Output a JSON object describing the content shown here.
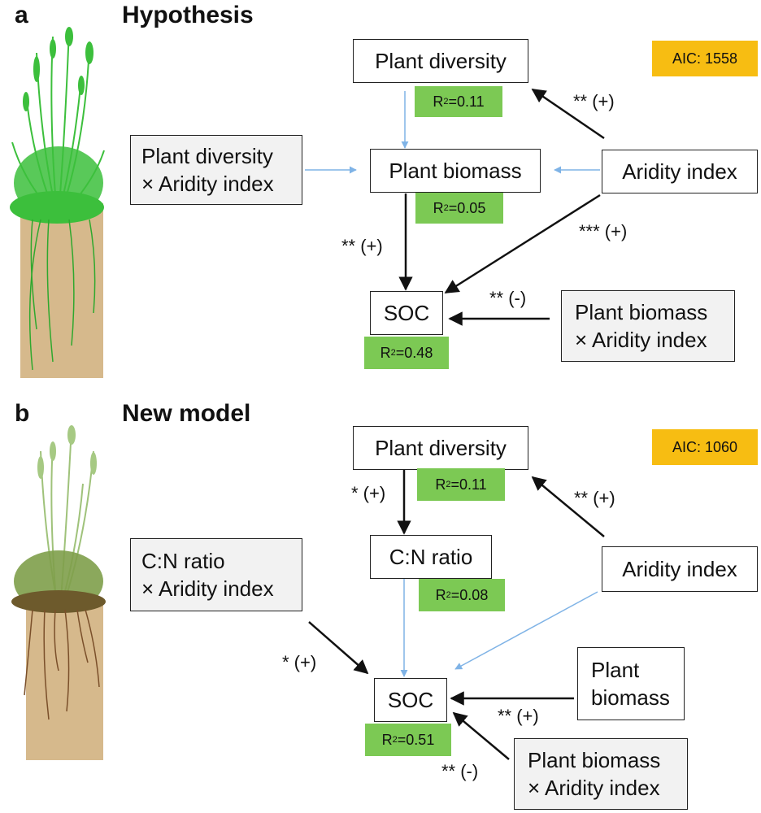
{
  "panels": {
    "a": {
      "letter": "a",
      "title": "Hypothesis",
      "aic": "AIC: 1558",
      "nodes": {
        "plant_diversity": "Plant diversity",
        "plant_biomass": "Plant biomass",
        "aridity_index": "Aridity index",
        "soc": "SOC",
        "interaction_diversity_line1": "Plant diversity",
        "interaction_diversity_line2": "× Aridity index",
        "interaction_biomass_line1": "Plant biomass",
        "interaction_biomass_line2": "× Aridity index"
      },
      "r2": {
        "plant_diversity": "0.11",
        "plant_biomass": "0.05",
        "soc": "0.48"
      },
      "significance": {
        "aridity_to_diversity": "** (+)",
        "biomass_to_soc": "** (+)",
        "aridity_to_soc": "*** (+)",
        "biomass_interaction_to_soc": "** (-)"
      }
    },
    "b": {
      "letter": "b",
      "title": "New model",
      "aic": "AIC: 1060",
      "nodes": {
        "plant_diversity": "Plant diversity",
        "cn_ratio": "C:N ratio",
        "aridity_index": "Aridity index",
        "soc": "SOC",
        "plant_biomass_line1": "Plant",
        "plant_biomass_line2": "biomass",
        "interaction_cn_line1": "C:N ratio",
        "interaction_cn_line2": "× Aridity index",
        "interaction_biomass_line1": "Plant biomass",
        "interaction_biomass_line2": "× Aridity index"
      },
      "r2": {
        "plant_diversity": "0.11",
        "cn_ratio": "0.08",
        "soc": "0.51"
      },
      "significance": {
        "diversity_to_cn": "* (+)",
        "aridity_to_diversity": "** (+)",
        "cn_interaction_to_soc": "* (+)",
        "biomass_to_soc": "** (+)",
        "biomass_interaction_to_soc": "** (-)"
      }
    }
  },
  "r2_prefix": "R",
  "r2_sup": "2",
  "r2_eq": "=",
  "colors": {
    "significant_path": "#111111",
    "nonsignificant_path": "#7fb3e6",
    "r2_badge": "#7cc954",
    "aic_badge": "#f7bd12",
    "soil": "#d6b98c"
  }
}
